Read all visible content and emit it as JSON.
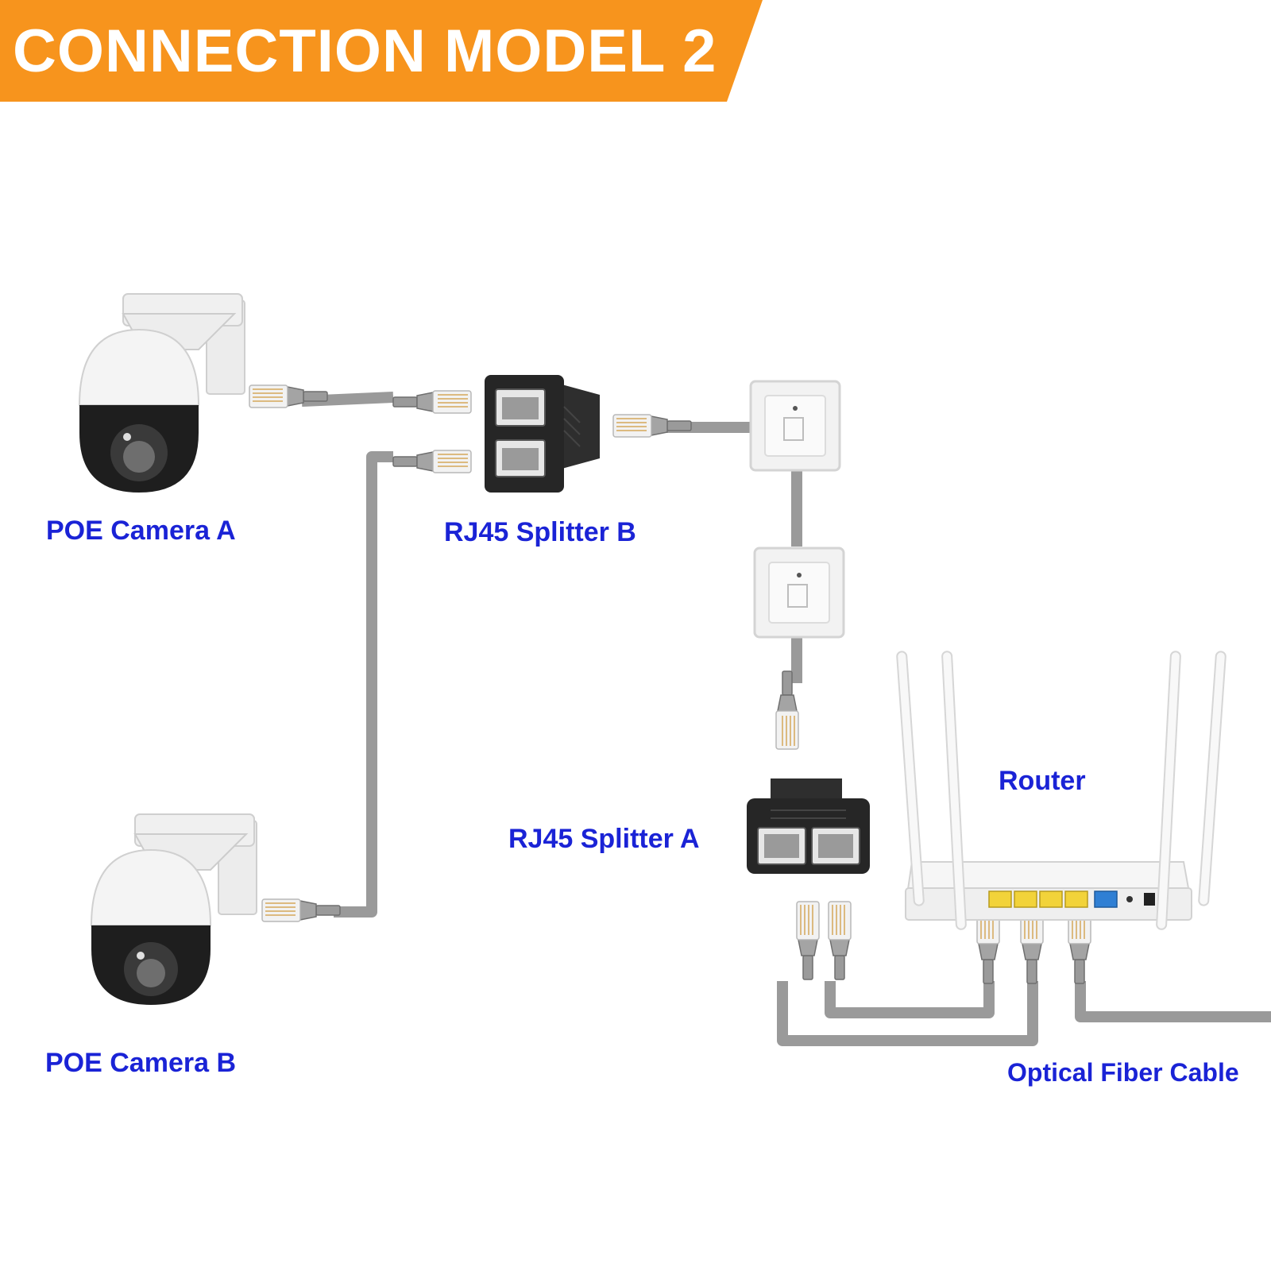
{
  "banner": {
    "title": "CONNECTION MODEL 2",
    "background": "#f7941d",
    "text_color": "#ffffff"
  },
  "labels": {
    "camera_a": "POE Camera A",
    "camera_b": "POE Camera B",
    "splitter_b": "RJ45 Splitter B",
    "splitter_a": "RJ45 Splitter A",
    "router": "Router",
    "fiber": "Optical Fiber Cable"
  },
  "colors": {
    "label": "#1a23d6",
    "cable": "#9a9a9a",
    "cable_outline": "#7a7a7a",
    "splitter_body": "#2a2a2a",
    "camera_dome_top": "#f4f4f4",
    "camera_dome_bottom": "#1e1e1e",
    "router_ports_lan": "#f2d33a",
    "router_port_wan": "#2f7fd4"
  },
  "icons": [
    "camera-icon",
    "rj45-plug-icon",
    "splitter-icon",
    "wall-socket-icon",
    "router-icon"
  ]
}
